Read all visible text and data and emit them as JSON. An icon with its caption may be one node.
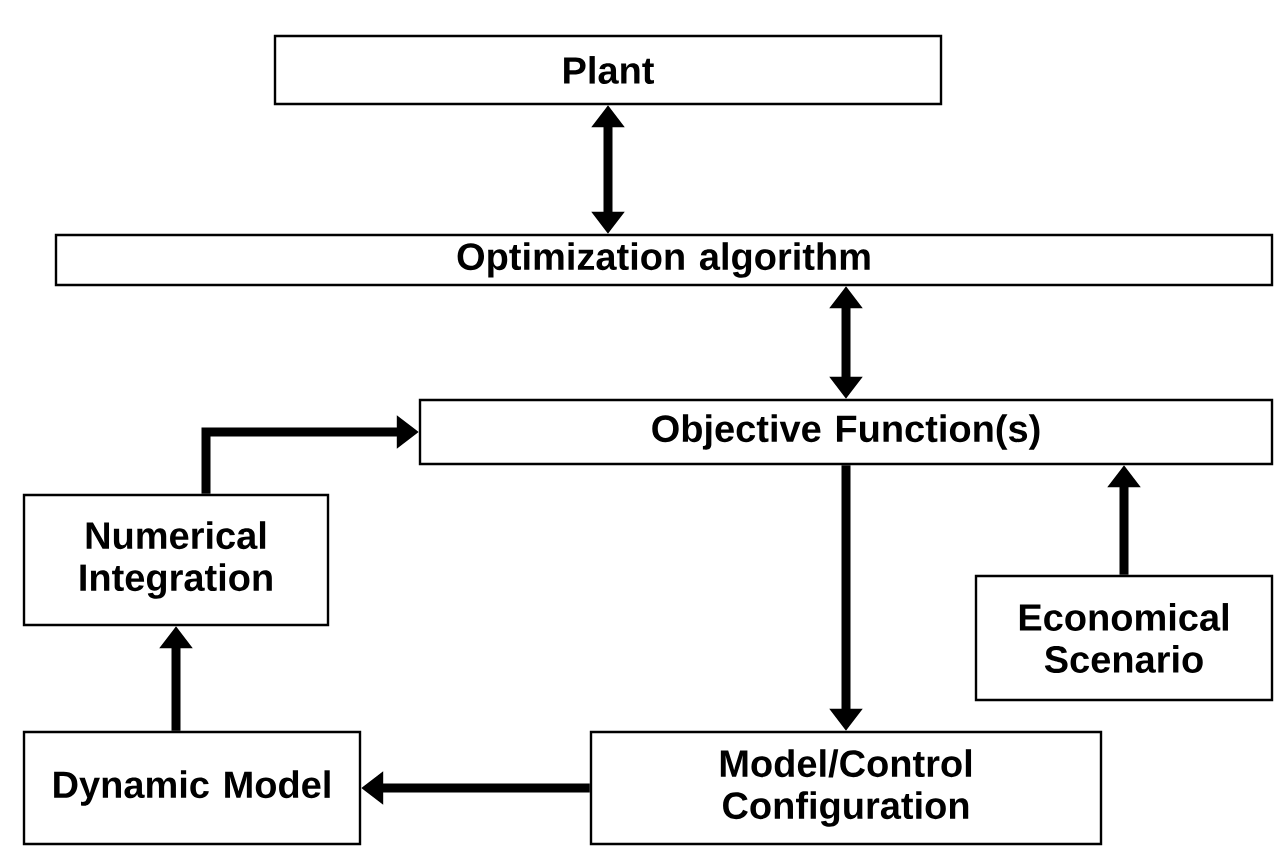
{
  "diagram": {
    "nodes": [
      {
        "text": [
          "Plant"
        ]
      },
      {
        "text": [
          "Optimization algorithm"
        ]
      },
      {
        "text": [
          "Objective Function(s)"
        ]
      },
      {
        "text": [
          "Numerical Integration"
        ]
      },
      {
        "text": [
          "Economical Scenario"
        ]
      },
      {
        "text": [
          "Dynamic Model"
        ]
      },
      {
        "text": [
          "Model/Control Configuration"
        ]
      }
    ],
    "edges": [
      {
        "from": 0,
        "to": 1,
        "arrow": "both"
      },
      {
        "from": 1,
        "to": 2,
        "arrow": "both"
      },
      {
        "from": 2,
        "to": 6,
        "arrow": "to"
      },
      {
        "from": 4,
        "to": 2,
        "arrow": "to"
      },
      {
        "from": 6,
        "to": 5,
        "arrow": "to"
      },
      {
        "from": 5,
        "to": 3,
        "arrow": "to"
      },
      {
        "from": 3,
        "to": 2,
        "arrow": "to"
      }
    ]
  }
}
